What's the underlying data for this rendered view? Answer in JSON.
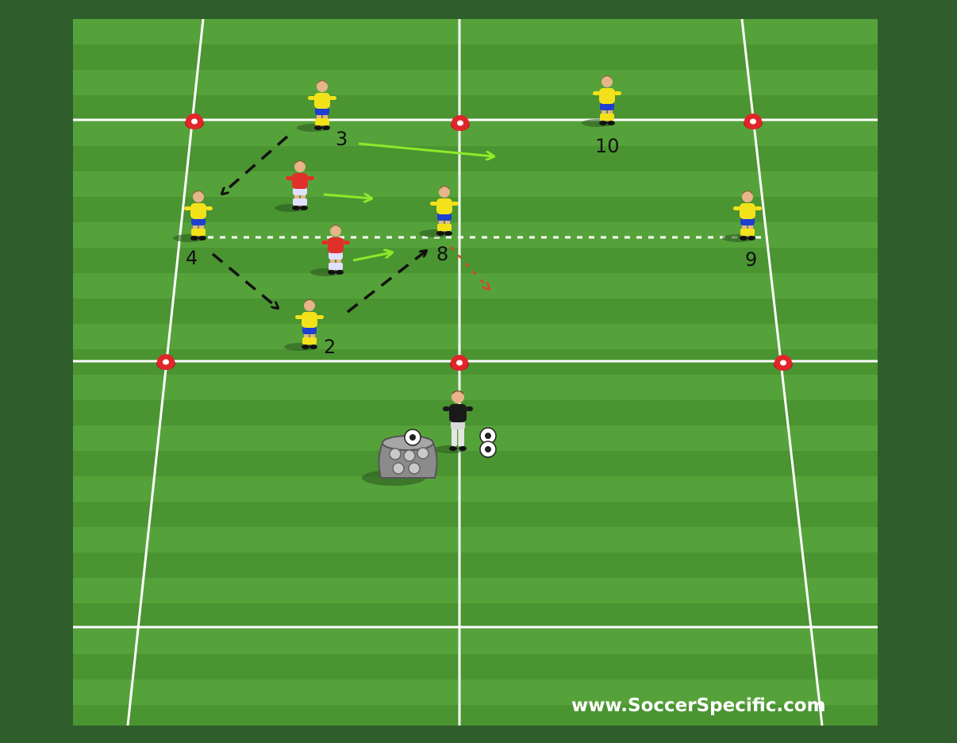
{
  "colors": {
    "background": "#2f5e2c",
    "grass_light": "#56a23a",
    "grass_dark": "#4a9431",
    "lines": "#ffffff",
    "cone": "#e0262b",
    "attacker_shirt": "#f3e21a",
    "attacker_shorts": "#1f3fd0",
    "defender_shirt": "#e0302a",
    "keeper_shirt": "#1a1a1a",
    "run_arrow": "#8fe82a",
    "pass_arrow": "#111111",
    "dribble_arrow": "#e0402a",
    "offside_line": "#ffffff"
  },
  "players": {
    "attackers": [
      {
        "label": "3"
      },
      {
        "label": "10"
      },
      {
        "label": "4"
      },
      {
        "label": "8"
      },
      {
        "label": "9"
      },
      {
        "label": "2"
      }
    ],
    "defenders": [
      {
        "label": ""
      },
      {
        "label": ""
      }
    ],
    "goalkeeper": {
      "label": ""
    }
  },
  "equipment": {
    "cone_icon": "cone-marker-icon",
    "ball_bag_icon": "ball-bag-icon",
    "ball_icon": "soccer-ball-icon"
  },
  "watermark": "www.SoccerSpecific.com"
}
